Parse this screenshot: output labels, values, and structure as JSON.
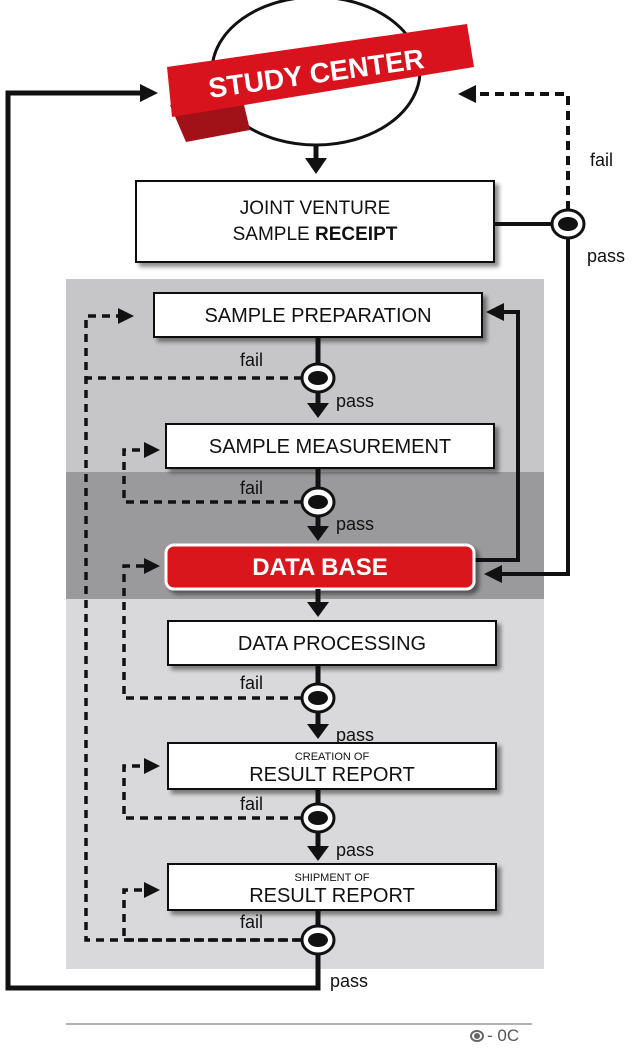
{
  "study_center": {
    "label": "STUDY CENTER"
  },
  "receipt": {
    "line1": "JOINT VENTURE",
    "line2_normal": "SAMPLE ",
    "line2_bold": "RECEIPT"
  },
  "steps": {
    "preparation": "SAMPLE PREPARATION",
    "measurement": "SAMPLE MEASUREMENT",
    "database": "DATA BASE",
    "processing": "DATA PROCESSING",
    "creation_small": "CREATION OF",
    "creation_main": "RESULT REPORT",
    "shipment_small": "SHIPMENT OF",
    "shipment_main": "RESULT REPORT"
  },
  "labels": {
    "pass": "pass",
    "fail": "fail"
  },
  "footer": {
    "text": "- 0C"
  },
  "colors": {
    "red": "#d8131e",
    "dark_red": "#a11218",
    "band_light": "#c6c6c8",
    "band_dark": "#9a9a9c",
    "band_lower": "#d9d9db"
  }
}
